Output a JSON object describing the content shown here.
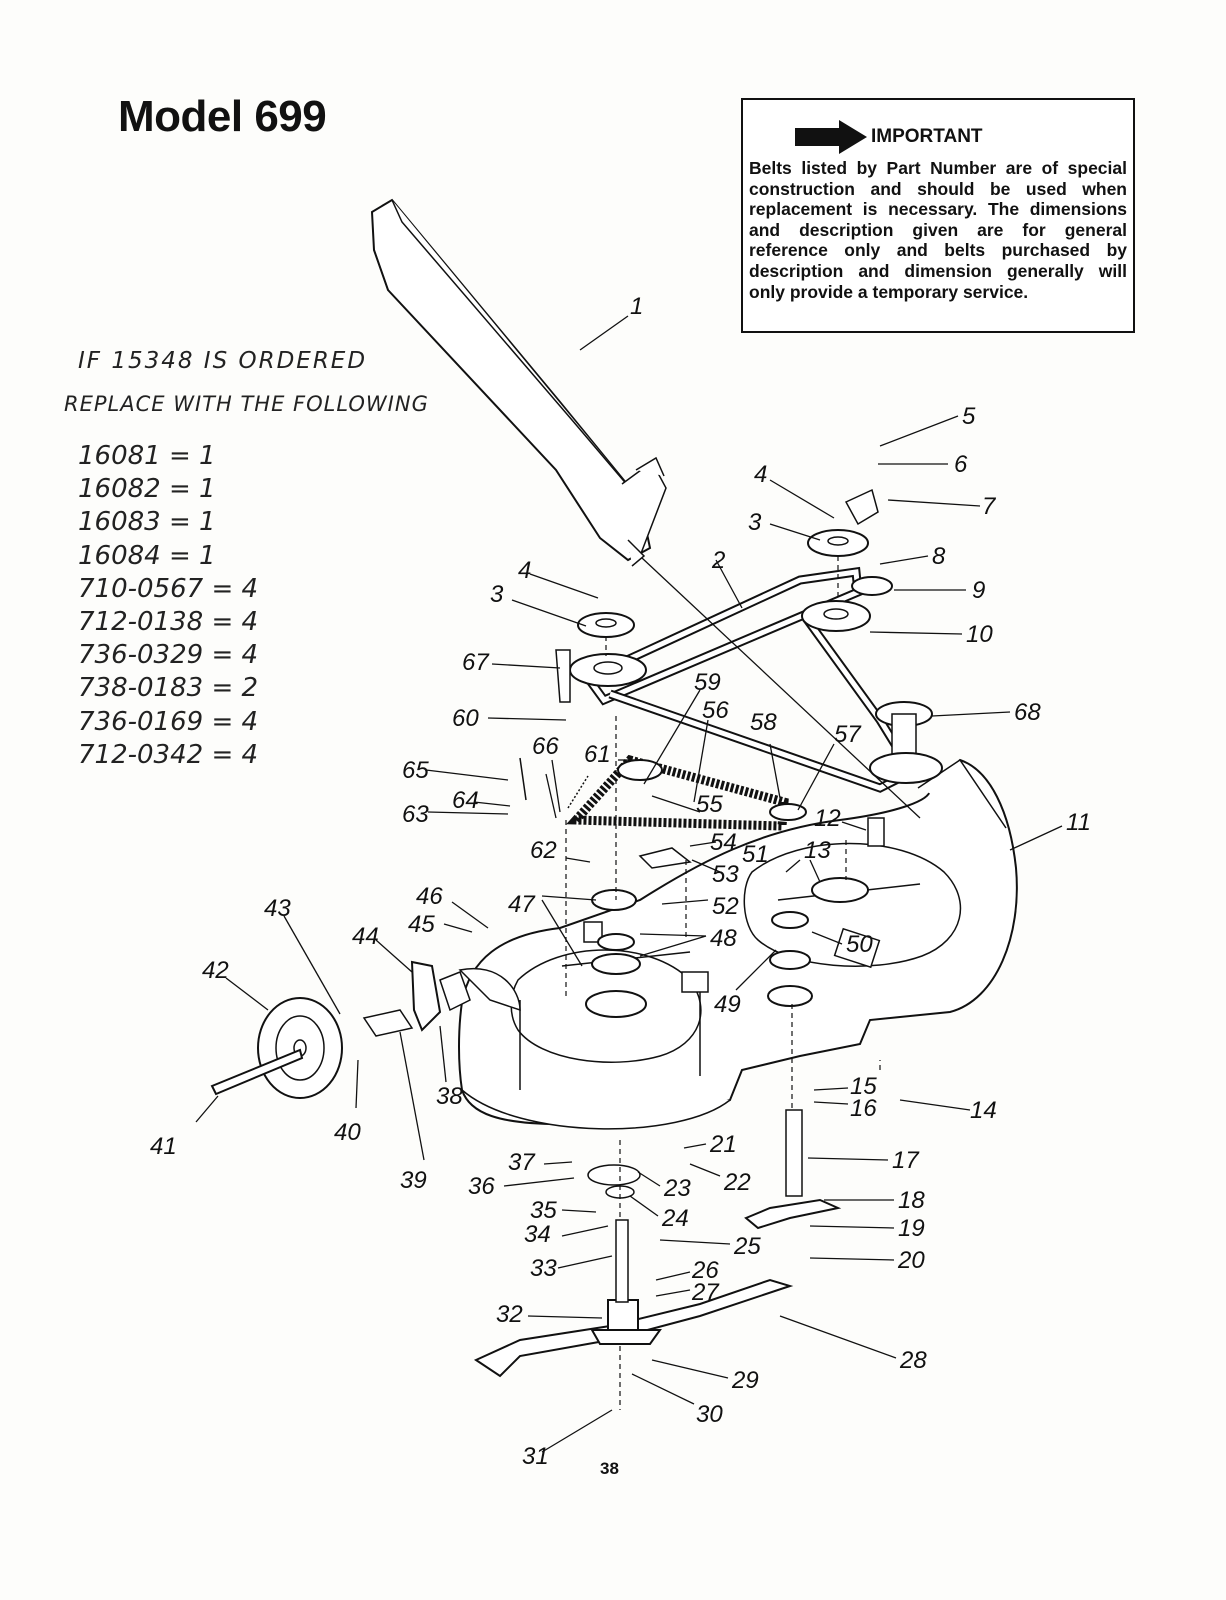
{
  "page": {
    "title": "Model 699",
    "page_number": "38"
  },
  "notice": {
    "heading": "IMPORTANT",
    "body": "Belts listed by Part Number are of special construction and should be used when replacement is necessary. The dimensions and description given are for general reference only and belts purchased by description and dimension generally will only provide a temporary service.",
    "icon": "arrow-right-icon"
  },
  "handwritten": {
    "line1": "IF 15348 IS ORDERED",
    "line2": "REPLACE WITH THE FOLLOWING",
    "items": [
      "16081 = 1",
      "16082 = 1",
      "16083 = 1",
      "16084 = 1",
      "710-0567 = 4",
      "712-0138 = 4",
      "736-0329 = 4",
      "738-0183 = 2",
      "736-0169 = 4",
      "712-0342 = 4"
    ]
  },
  "callouts": {
    "c1": "1",
    "c2": "2",
    "c3a": "3",
    "c3b": "3",
    "c4a": "4",
    "c4b": "4",
    "c5": "5",
    "c6": "6",
    "c7": "7",
    "c8": "8",
    "c9": "9",
    "c10": "10",
    "c11": "11",
    "c12": "12",
    "c13": "13",
    "c14": "14",
    "c15": "15",
    "c16": "16",
    "c17": "17",
    "c18": "18",
    "c19": "19",
    "c20": "20",
    "c21": "21",
    "c22": "22",
    "c23": "23",
    "c24": "24",
    "c25": "25",
    "c26": "26",
    "c27": "27",
    "c28": "28",
    "c29": "29",
    "c30": "30",
    "c31": "31",
    "c32": "32",
    "c33": "33",
    "c34": "34",
    "c35": "35",
    "c36": "36",
    "c37": "37",
    "c38": "38",
    "c39": "39",
    "c40": "40",
    "c41": "41",
    "c42": "42",
    "c43": "43",
    "c44": "44",
    "c45": "45",
    "c46": "46",
    "c47": "47",
    "c48": "48",
    "c49": "49",
    "c50": "50",
    "c51": "51",
    "c52": "52",
    "c53": "53",
    "c54": "54",
    "c55": "55",
    "c56": "56",
    "c57": "57",
    "c58": "58",
    "c59": "59",
    "c60": "60",
    "c61": "61",
    "c62": "62",
    "c63": "63",
    "c64": "64",
    "c65": "65",
    "c66": "66",
    "c67": "67",
    "c68": "68"
  }
}
